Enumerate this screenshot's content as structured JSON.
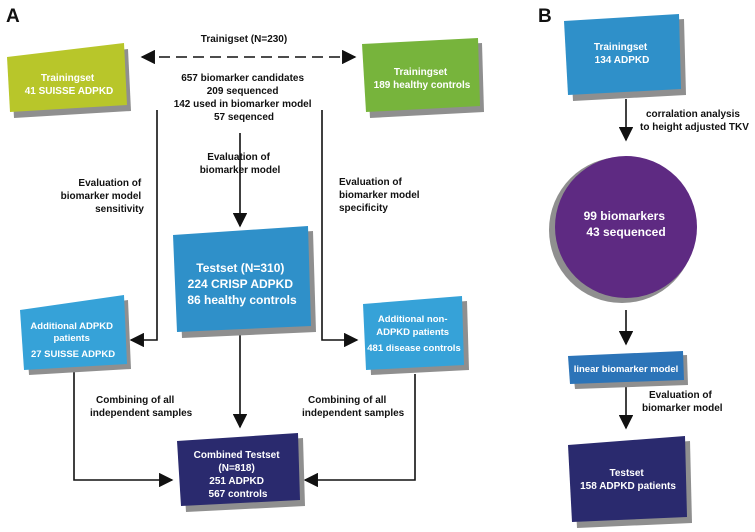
{
  "panels": {
    "a": "A",
    "b": "B"
  },
  "colors": {
    "yellow_green": "#b8c62a",
    "green": "#77b43c",
    "blue": "#2f90c9",
    "light_blue": "#36a2d8",
    "dark_blue": "#2a2a6e",
    "purple": "#5e2a82",
    "mid_blue": "#2c74b8"
  },
  "a": {
    "trainingset_suisse": [
      "Trainingset",
      "41 SUISSE ADPKD"
    ],
    "trainingset_healthy": [
      "Trainingset",
      "189 healthy controls"
    ],
    "trainiset_label": "Trainigset (N=230)",
    "candidates": [
      "657 biomarker candidates",
      "209 sequenced",
      "142 used in biomarker model",
      "57 seqenced"
    ],
    "eval_model": [
      "Evaluation of",
      "biomarker model"
    ],
    "eval_sensitivity": [
      "Evaluation of",
      "biomarker model",
      "sensitivity"
    ],
    "eval_specificity": [
      "Evaluation of",
      "biomarker model",
      "specificity"
    ],
    "testset": [
      "Testset (N=310)",
      "224 CRISP ADPKD",
      "86 healthy controls"
    ],
    "additional_adpkd": [
      "Additional ADPKD",
      "patients",
      "27 SUISSE ADPKD"
    ],
    "additional_non_adpkd": [
      "Additional non-",
      "ADPKD patients",
      "481 disease controls"
    ],
    "combining_left": [
      "Combining of all",
      "independent samples"
    ],
    "combining_right": [
      "Combining of all",
      "independent samples"
    ],
    "combined_testset": [
      "Combined Testset",
      "(N=818)",
      "251 ADPKD",
      "567 controls"
    ]
  },
  "b": {
    "trainingset": [
      "Trainingset",
      "134 ADPKD"
    ],
    "correlation": [
      "corralation analysis",
      "to height adjusted TKV"
    ],
    "biomarkers": [
      "99 biomarkers",
      "43 sequenced"
    ],
    "linear_model": "linear biomarker model",
    "eval_model": [
      "Evaluation of",
      "biomarker model"
    ],
    "testset": [
      "Testset",
      "158 ADPKD patients"
    ]
  }
}
